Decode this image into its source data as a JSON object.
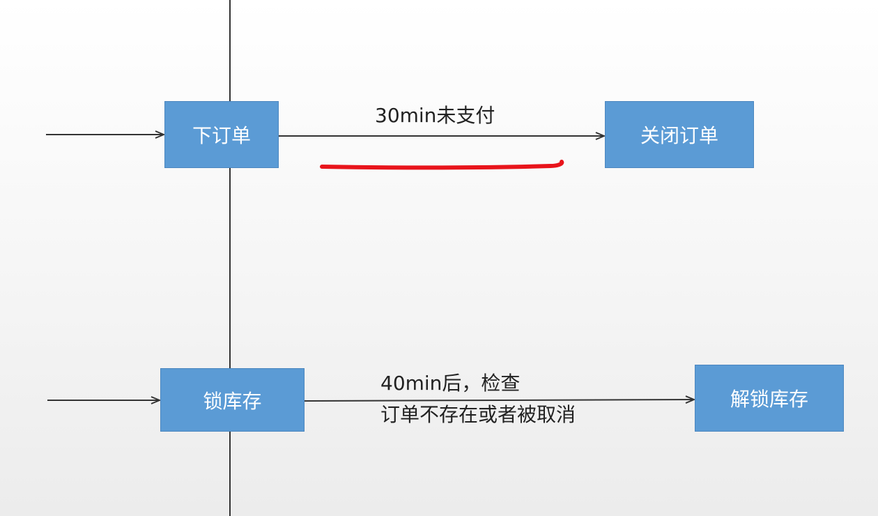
{
  "nodes": {
    "place_order": "下订单",
    "close_order": "关闭订单",
    "lock_stock": "锁库存",
    "unlock_stock": "解锁库存"
  },
  "edges": {
    "order_timeout": "30min未支付",
    "stock_check_line1": "40min后，检查",
    "stock_check_line2": "订单不存在或者被取消"
  },
  "colors": {
    "node_fill": "#5b9bd5",
    "node_text": "#ffffff",
    "line": "#333333",
    "highlight_stroke": "#e8141b"
  }
}
